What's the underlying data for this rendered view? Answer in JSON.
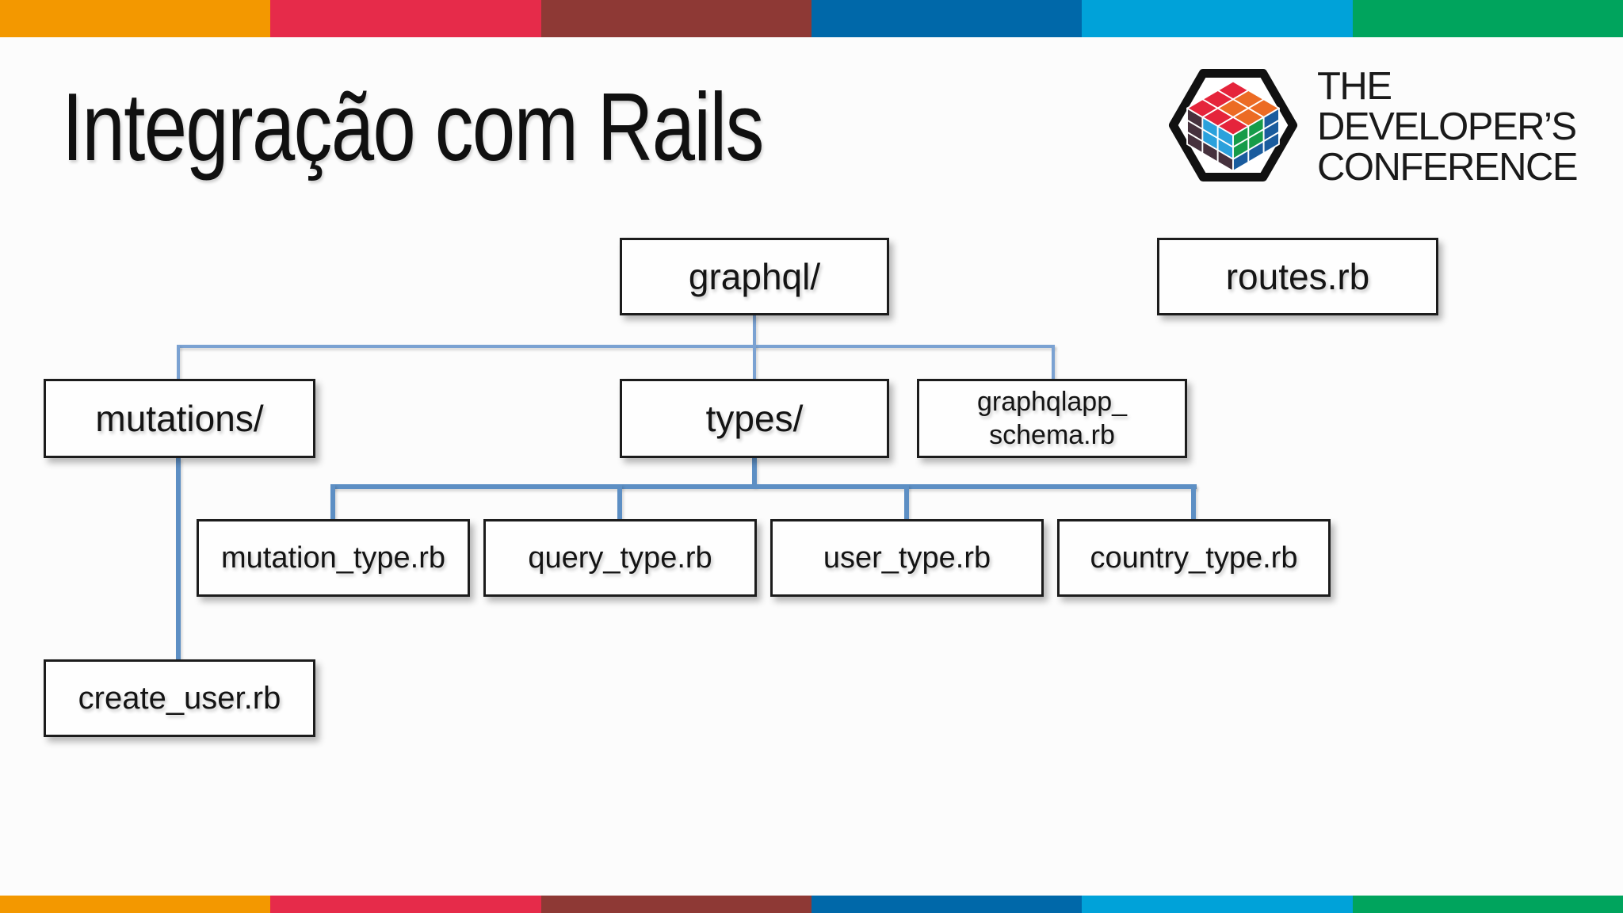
{
  "slide": {
    "title": "Integração com Rails",
    "background": "#fcfcfc"
  },
  "brand_bar": {
    "colors": [
      "#F39800",
      "#E62B4A",
      "#8E3935",
      "#0068A9",
      "#00A2D9",
      "#00A45D"
    ]
  },
  "logo": {
    "icon": "tdc-cube-icon",
    "lines": [
      "THE",
      "DEVELOPER’S",
      "CONFERENCE"
    ],
    "cube": {
      "palette": {
        "red": "#E5243B",
        "orange": "#EC6B24",
        "green": "#169C49",
        "blue": "#1A5C9E",
        "cyan": "#2BA1DC",
        "dark": "#46313D",
        "outline": "#111111",
        "gap": "#FFFFFF"
      },
      "faces": {
        "top": [
          [
            "red",
            "red",
            "red"
          ],
          [
            "orange",
            "orange",
            "red"
          ],
          [
            "orange",
            "orange",
            "red"
          ]
        ],
        "left": [
          [
            "dark",
            "dark",
            "dark"
          ],
          [
            "cyan",
            "cyan",
            "dark"
          ],
          [
            "cyan",
            "cyan",
            "dark"
          ]
        ],
        "right": [
          [
            "green",
            "green",
            "blue"
          ],
          [
            "green",
            "green",
            "blue"
          ],
          [
            "blue",
            "blue",
            "blue"
          ]
        ]
      }
    }
  },
  "diagram": {
    "connector_color": "#5D8FC4",
    "connector_color_light": "#7BA2D2",
    "nodes": [
      {
        "id": "graphql",
        "label": "graphql/"
      },
      {
        "id": "routes",
        "label": "routes.rb"
      },
      {
        "id": "mutations",
        "label": "mutations/"
      },
      {
        "id": "types",
        "label": "types/"
      },
      {
        "id": "graphqlapp_schema",
        "lines": [
          "graphqlapp_",
          "schema.rb"
        ]
      },
      {
        "id": "mutation_type",
        "label": "mutation_type.rb"
      },
      {
        "id": "query_type",
        "label": "query_type.rb"
      },
      {
        "id": "user_type",
        "label": "user_type.rb"
      },
      {
        "id": "country_type",
        "label": "country_type.rb"
      },
      {
        "id": "create_user",
        "label": "create_user.rb"
      }
    ],
    "edges": [
      {
        "from": "graphql",
        "to": "mutations"
      },
      {
        "from": "graphql",
        "to": "types"
      },
      {
        "from": "graphql",
        "to": "graphqlapp_schema"
      },
      {
        "from": "types",
        "to": "mutation_type"
      },
      {
        "from": "types",
        "to": "query_type"
      },
      {
        "from": "types",
        "to": "user_type"
      },
      {
        "from": "types",
        "to": "country_type"
      },
      {
        "from": "mutations",
        "to": "create_user"
      }
    ]
  }
}
